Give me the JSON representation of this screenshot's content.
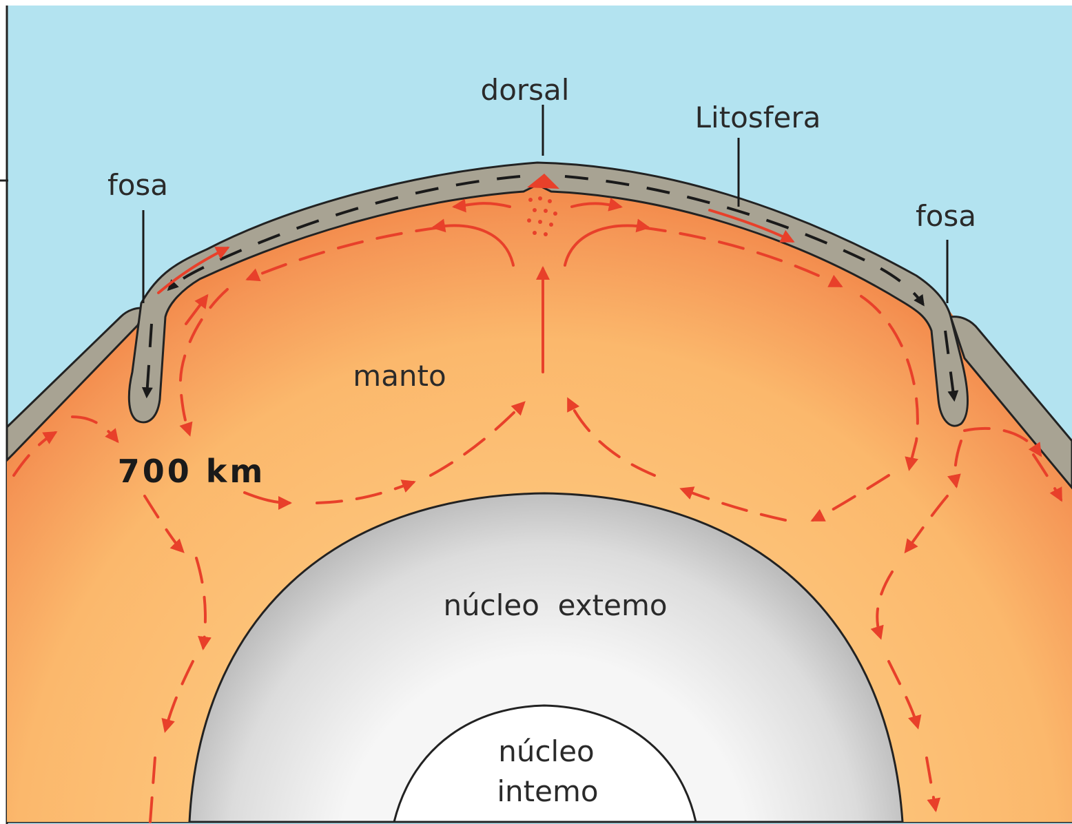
{
  "labels": {
    "dorsal": "dorsal",
    "litosfera": "Litosfera",
    "fosa_left": "fosa",
    "fosa_right": "fosa",
    "manto": "manto",
    "depth": "700 km",
    "nucleo_externo": "núcleo  extemo",
    "nucleo_interno_line1": "núcleo",
    "nucleo_interno_line2": "intemo"
  },
  "colors": {
    "sky": "#b3e3f0",
    "mantle_outer": "#ef7a3c",
    "mantle_inner": "#fdc47a",
    "lithosphere": "#a8a393",
    "outer_core": "#c8c8c8",
    "inner_core": "#ffffff",
    "convection": "#e8402a"
  }
}
